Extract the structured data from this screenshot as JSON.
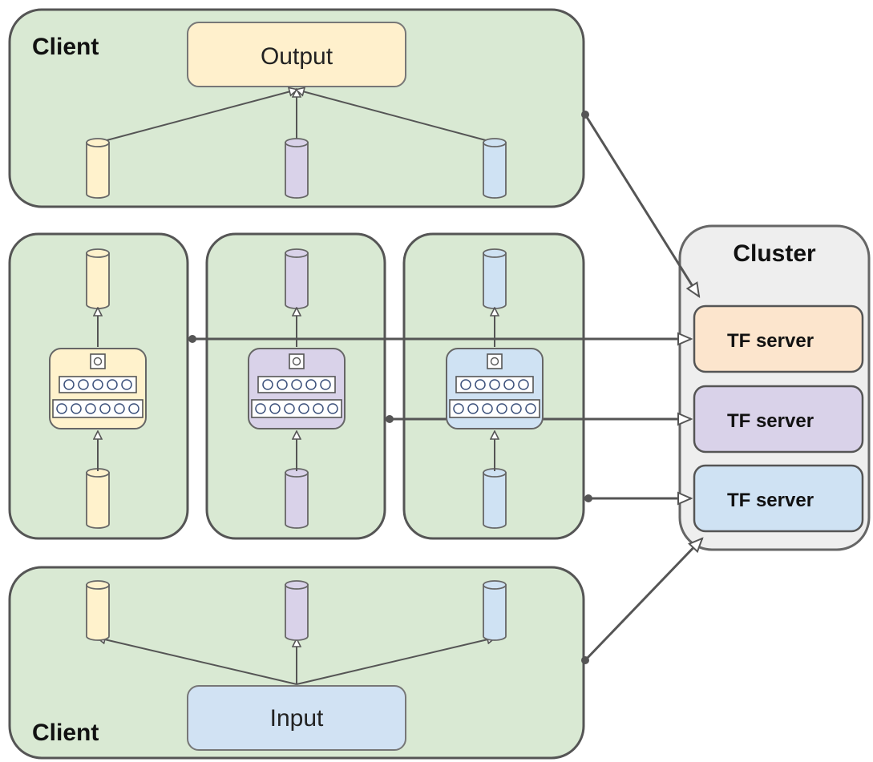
{
  "labels": {
    "client_top": "Client",
    "client_bottom": "Client",
    "output": "Output",
    "input": "Input",
    "cluster": "Cluster",
    "tf_server_1": "TF server",
    "tf_server_2": "TF server",
    "tf_server_3": "TF server"
  },
  "colors": {
    "client_bg": "#d9e9d3",
    "panel_stroke": "#555555",
    "cluster_bg": "#eeeeee",
    "output_fill": "#fff0cc",
    "input_fill": "#d1e2f3",
    "yellow": "#fff2cc",
    "purple": "#d9d2e9",
    "blue": "#cfe2f3",
    "tf_server_1_fill": "#fce5cd",
    "tf_server_2_fill": "#d9d2e9",
    "tf_server_3_fill": "#cfe2f3",
    "arrow": "#555555"
  },
  "icons": [
    "cylinder-icon",
    "neural-network-icon"
  ]
}
